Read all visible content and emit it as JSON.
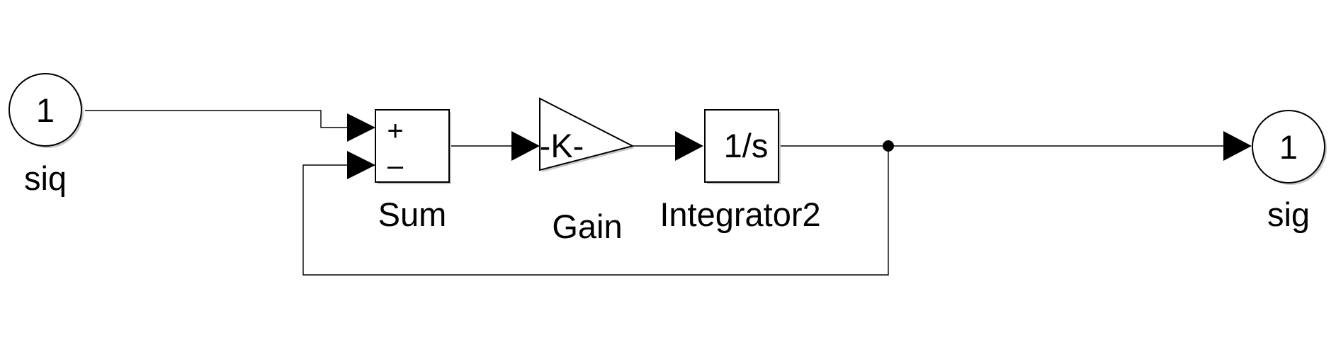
{
  "diagram": {
    "blocks": {
      "inport": {
        "number": "1",
        "label": "siq"
      },
      "sum": {
        "label": "Sum",
        "sign_plus": "+",
        "sign_minus": "–"
      },
      "gain": {
        "label": "Gain",
        "value": "-K-"
      },
      "integrator": {
        "label": "Integrator2",
        "expression": "1/s"
      },
      "outport": {
        "number": "1",
        "label": "sig"
      }
    }
  }
}
